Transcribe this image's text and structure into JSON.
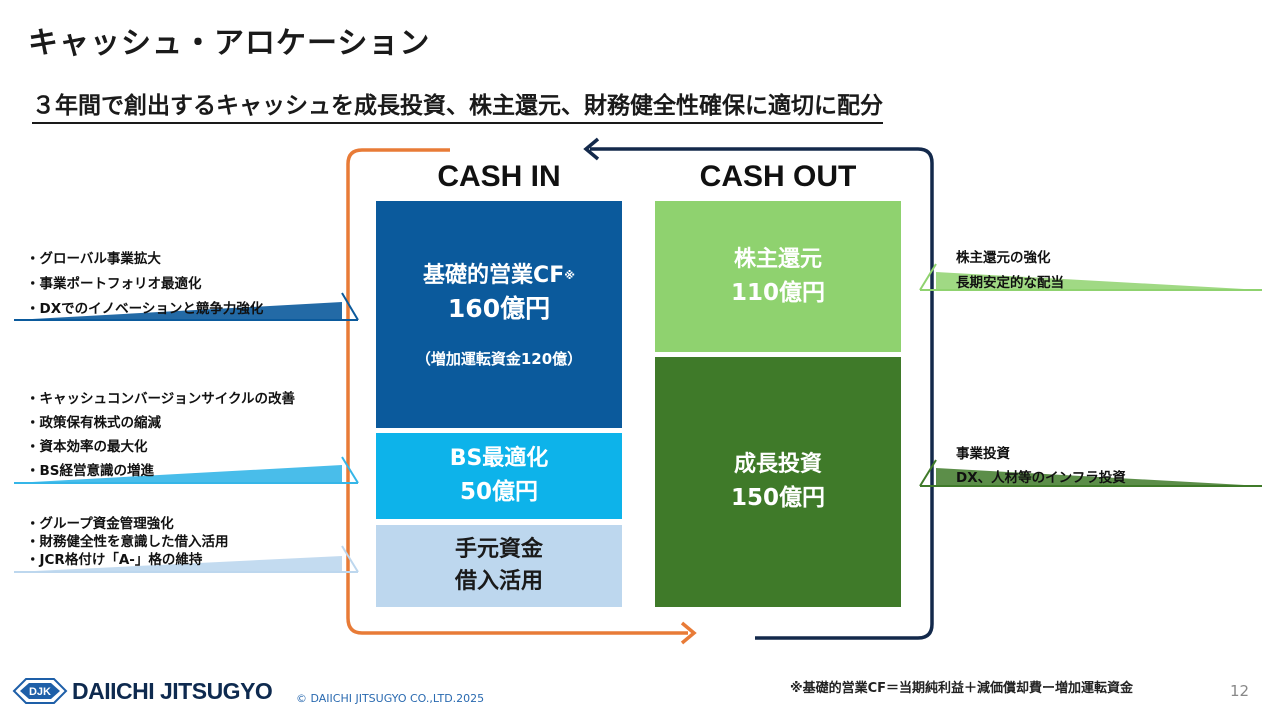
{
  "header": {
    "title": "キャッシュ・アロケーション",
    "subtitle": "３年間で創出するキャッシュを成長投資、株主還元、財務健全性確保に適切に配分"
  },
  "cash_in": {
    "heading": "CASH IN",
    "operating_cf": {
      "label": "基礎的営業CF",
      "mark": "※",
      "amount": "160億円",
      "note": "（増加運転資金120億）"
    },
    "bs_opt": {
      "label": "BS最適化",
      "amount": "50億円"
    },
    "cash_on_hand": {
      "label": "手元資金",
      "label2": "借入活用"
    }
  },
  "cash_out": {
    "heading": "CASH OUT",
    "shareholder": {
      "label": "株主還元",
      "amount": "110億円"
    },
    "growth": {
      "label": "成長投資",
      "amount": "150億円"
    }
  },
  "left_bullets": {
    "group1": [
      "・グローバル事業拡大",
      "・事業ポートフォリオ最適化",
      "・DXでのイノベーションと競争力強化"
    ],
    "group2": [
      "・キャッシュコンバージョンサイクルの改善",
      "・政策保有株式の縮減",
      "・資本効率の最大化",
      "・BS経営意識の増進"
    ],
    "group3": [
      "・グループ資金管理強化",
      "・財務健全性を意識した借入活用",
      "・JCR格付け「A-」格の維持"
    ]
  },
  "right_notes": {
    "shareholder": [
      "株主還元の強化",
      "長期安定的な配当"
    ],
    "growth": [
      "事業投資",
      "DX、人材等のインフラ投資"
    ]
  },
  "footer": {
    "note": "※基礎的営業CF＝当期純利益＋減価償却費ー増加運転資金",
    "copyright": "© DAIICHI JITSUGYO CO.,LTD.2025",
    "logo_text": "DAIICHI JITSUGYO",
    "logo_mark": "DJK",
    "page_number": "12"
  },
  "colors": {
    "operating_cf": "#0b5a9c",
    "bs_opt": "#0db3ea",
    "cash_on_hand": "#bdd7ee",
    "shareholder": "#8fd26f",
    "growth": "#3f7a29",
    "in_arrow": "#e87b37",
    "out_arrow": "#13294b"
  }
}
